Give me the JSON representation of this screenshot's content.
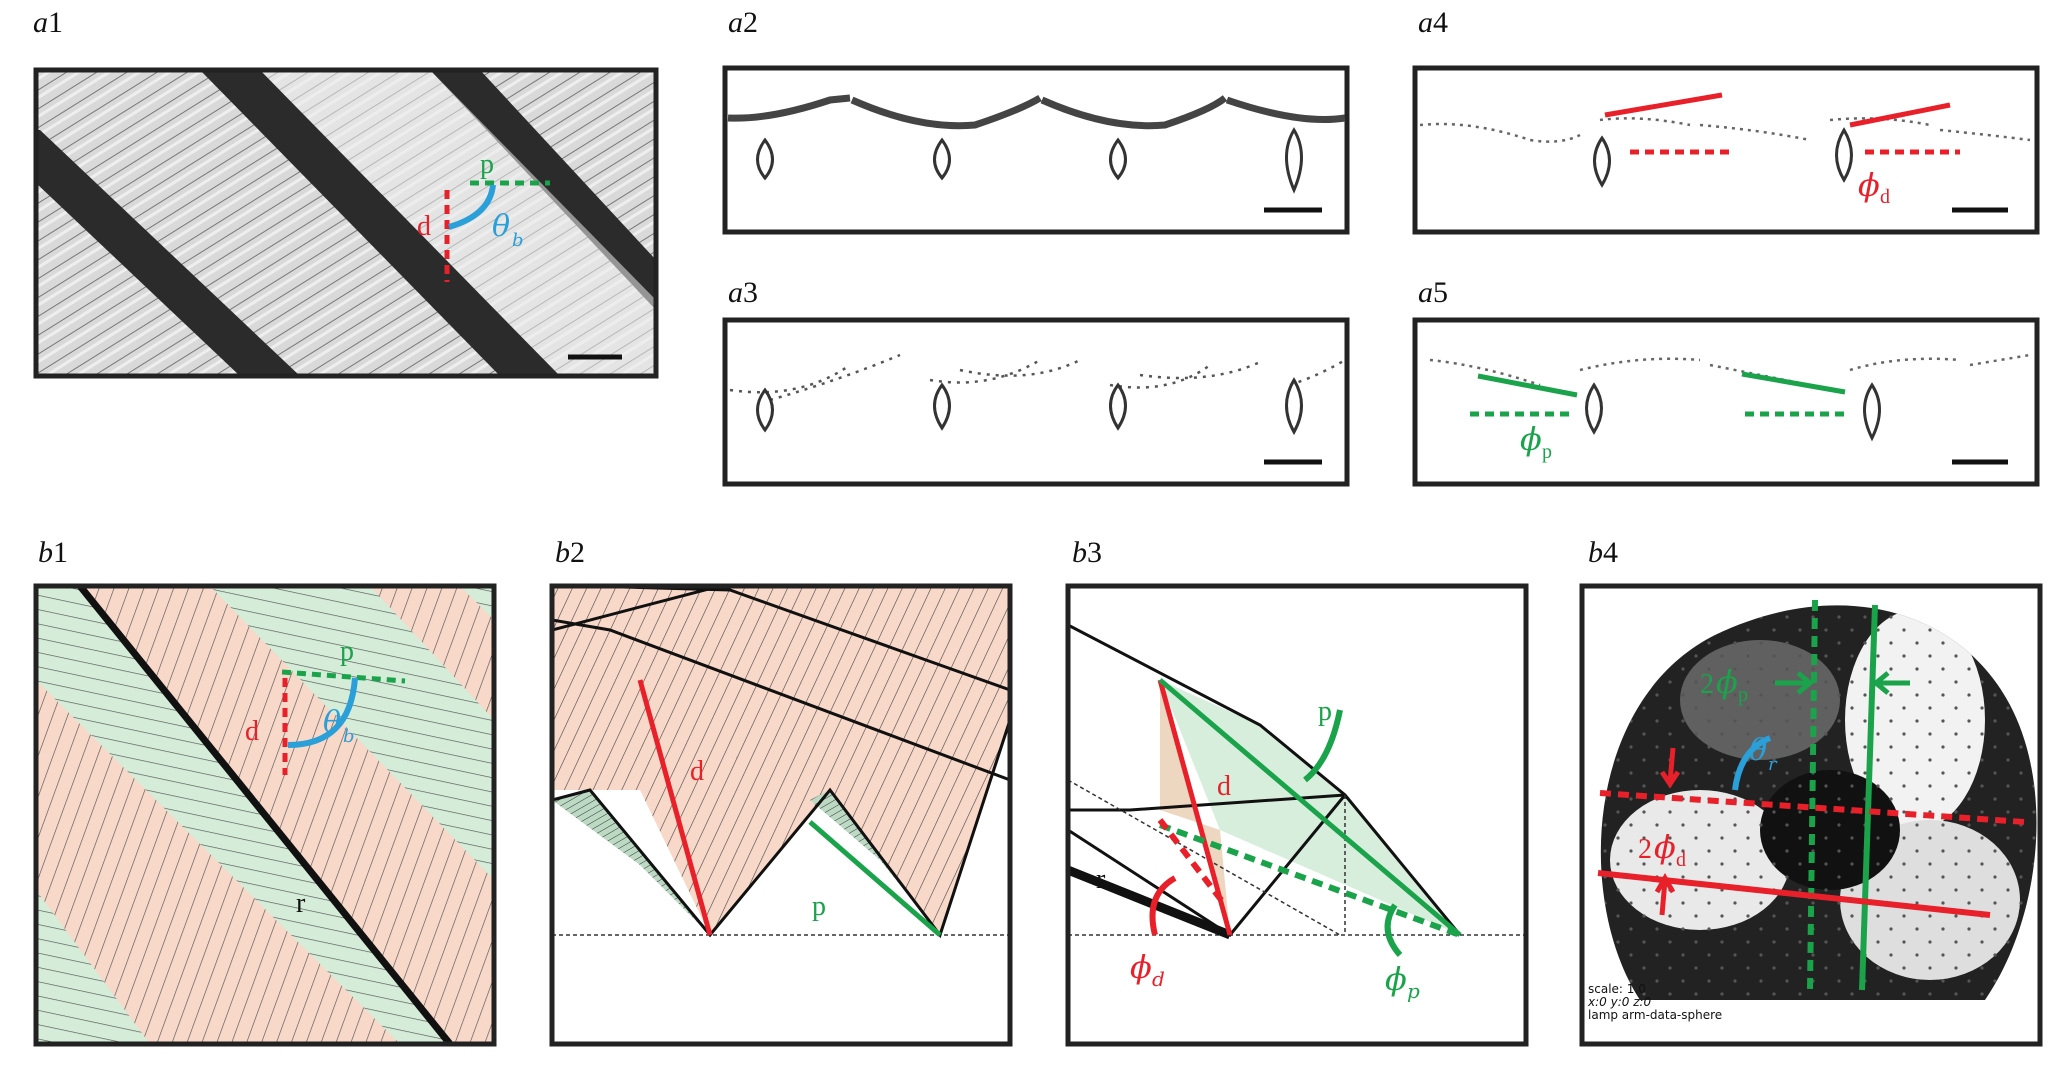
{
  "panels": {
    "a1": {
      "letter": "a",
      "num": "1"
    },
    "a2": {
      "letter": "a",
      "num": "2"
    },
    "a3": {
      "letter": "a",
      "num": "3"
    },
    "a4": {
      "letter": "a",
      "num": "4"
    },
    "a5": {
      "letter": "a",
      "num": "5"
    },
    "b1": {
      "letter": "b",
      "num": "1"
    },
    "b2": {
      "letter": "b",
      "num": "2"
    },
    "b3": {
      "letter": "b",
      "num": "3"
    },
    "b4": {
      "letter": "b",
      "num": "4"
    }
  },
  "annotations": {
    "p": "p",
    "d": "d",
    "r": "r",
    "theta": "θ",
    "theta_b_sub": "b",
    "theta_r_sub": "r",
    "phi": "ϕ",
    "phi_d_sub": "d",
    "phi_p_sub": "p",
    "two": "2"
  },
  "b4_readout": {
    "line1": "scale: 1.0",
    "line2": "x:0 y:0 z:0",
    "line3": "lamp arm-data-sphere"
  },
  "colors": {
    "red": "#e8202a",
    "green": "#1aa34a",
    "blue": "#2a9fd8",
    "pink_fill": "#f8d8c8",
    "green_fill": "#d4ecd8"
  }
}
